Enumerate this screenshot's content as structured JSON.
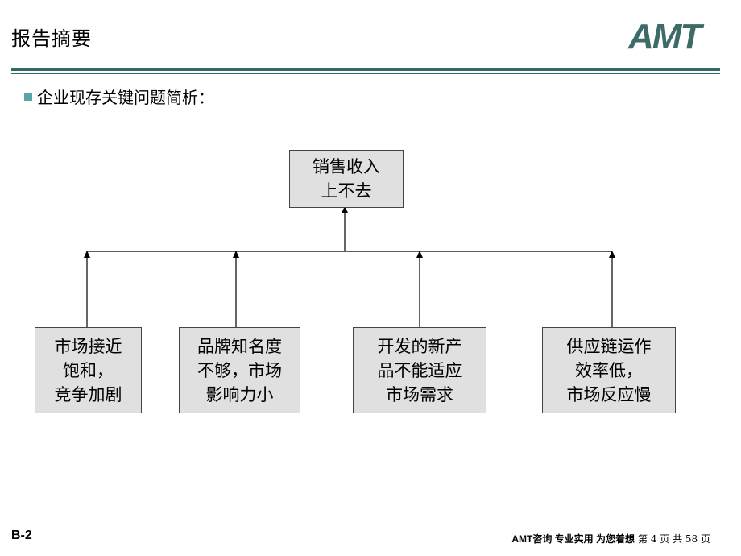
{
  "header": {
    "title": "报告摘要",
    "logo_text": "AMT"
  },
  "section": {
    "heading": "企业现存关键问题简析："
  },
  "diagram": {
    "root": "销售收入\n上不去",
    "children": [
      "市场接近\n饱和，\n竞争加剧",
      "品牌知名度\n不够，市场\n影响力小",
      "开发的新产\n品不能适应\n市场需求",
      "供应链运作\n效率低，\n市场反应慢"
    ]
  },
  "footer": {
    "code": "B-2",
    "brand": "AMT咨询 专业实用 为您着想",
    "page_text": "第 4 页 共 58 页"
  },
  "colors": {
    "rule": "#2f6a66",
    "bullet": "#5aa6a6",
    "logo": "#3d6b67",
    "box_fill": "#e0e0e0"
  }
}
